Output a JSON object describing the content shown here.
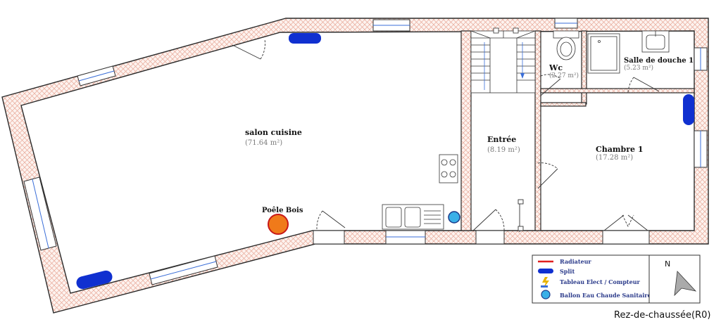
{
  "rooms": {
    "salon": {
      "name": "salon cuisine",
      "area": "(71.64 m²)"
    },
    "entree": {
      "name": "Entrée",
      "area": "(8.19 m²)"
    },
    "wc": {
      "name": "Wc",
      "area": "(2.27 m²)"
    },
    "sdd": {
      "name": "Salle de douche 1",
      "area": "(5.23 m²)"
    },
    "chambre": {
      "name": "Chambre 1",
      "area": "(17.28 m²)"
    }
  },
  "labels": {
    "poele": "Poêle Bois"
  },
  "legend": {
    "items": [
      {
        "label": "Radiateur",
        "icon": "radiator-line-icon",
        "color": "#e02020"
      },
      {
        "label": "Split",
        "icon": "split-unit-icon",
        "color": "#1030d0"
      },
      {
        "label": "Tableau Elect / Compteur",
        "icon": "electric-panel-icon",
        "color": "#e8b400"
      },
      {
        "label": "Ballon Eau Chaude Sanitaire",
        "icon": "water-heater-icon",
        "color": "#3ab0e8"
      }
    ],
    "compass": "N"
  },
  "floor_title": "Rez-de-chaussée(R0)",
  "colors": {
    "wall_hatch": "#e8a898",
    "wall_fill": "#fdf3ef",
    "split": "#1030d0",
    "stove": "#f07a1a",
    "water_heater": "#3ab0e8"
  }
}
